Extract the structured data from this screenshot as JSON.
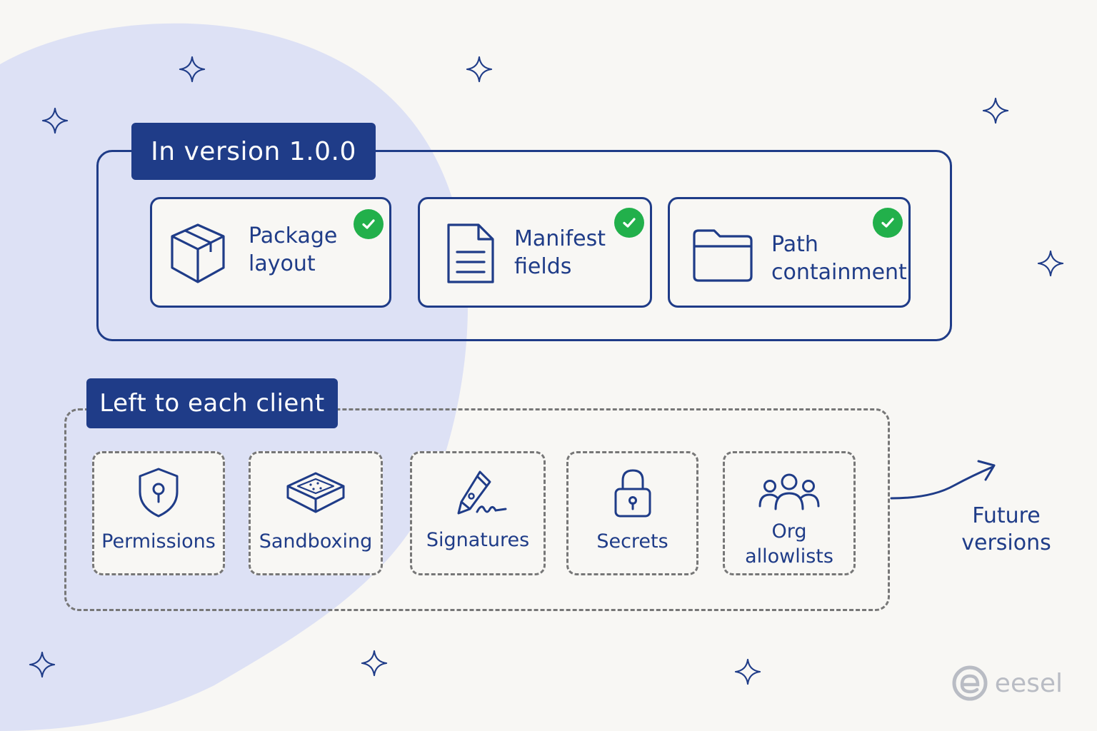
{
  "colors": {
    "accent": "#1f3c88",
    "background": "#f8f7f4",
    "blob": "#dde1f5",
    "check": "#22b04b",
    "dashed": "#777777",
    "logo": "#b9bcc4"
  },
  "version_section": {
    "title": "In version 1.0.0",
    "cards": [
      {
        "label": "Package\nlayout",
        "icon": "package-box-icon",
        "checked": true
      },
      {
        "label": "Manifest\nfields",
        "icon": "document-icon",
        "checked": true
      },
      {
        "label": "Path\ncontainment",
        "icon": "folder-icon",
        "checked": true
      }
    ]
  },
  "client_section": {
    "title": "Left to each client",
    "cards": [
      {
        "label": "Permissions",
        "icon": "shield-lock-icon"
      },
      {
        "label": "Sandboxing",
        "icon": "sandbox-tray-icon"
      },
      {
        "label": "Signatures",
        "icon": "pen-signature-icon"
      },
      {
        "label": "Secrets",
        "icon": "padlock-icon"
      },
      {
        "label": "Org\nallowlists",
        "icon": "people-group-icon"
      }
    ]
  },
  "future": {
    "label": "Future\nversions",
    "icon": "arrow-right-icon"
  },
  "brand": {
    "name": "eesel",
    "icon": "eesel-logo-icon"
  }
}
